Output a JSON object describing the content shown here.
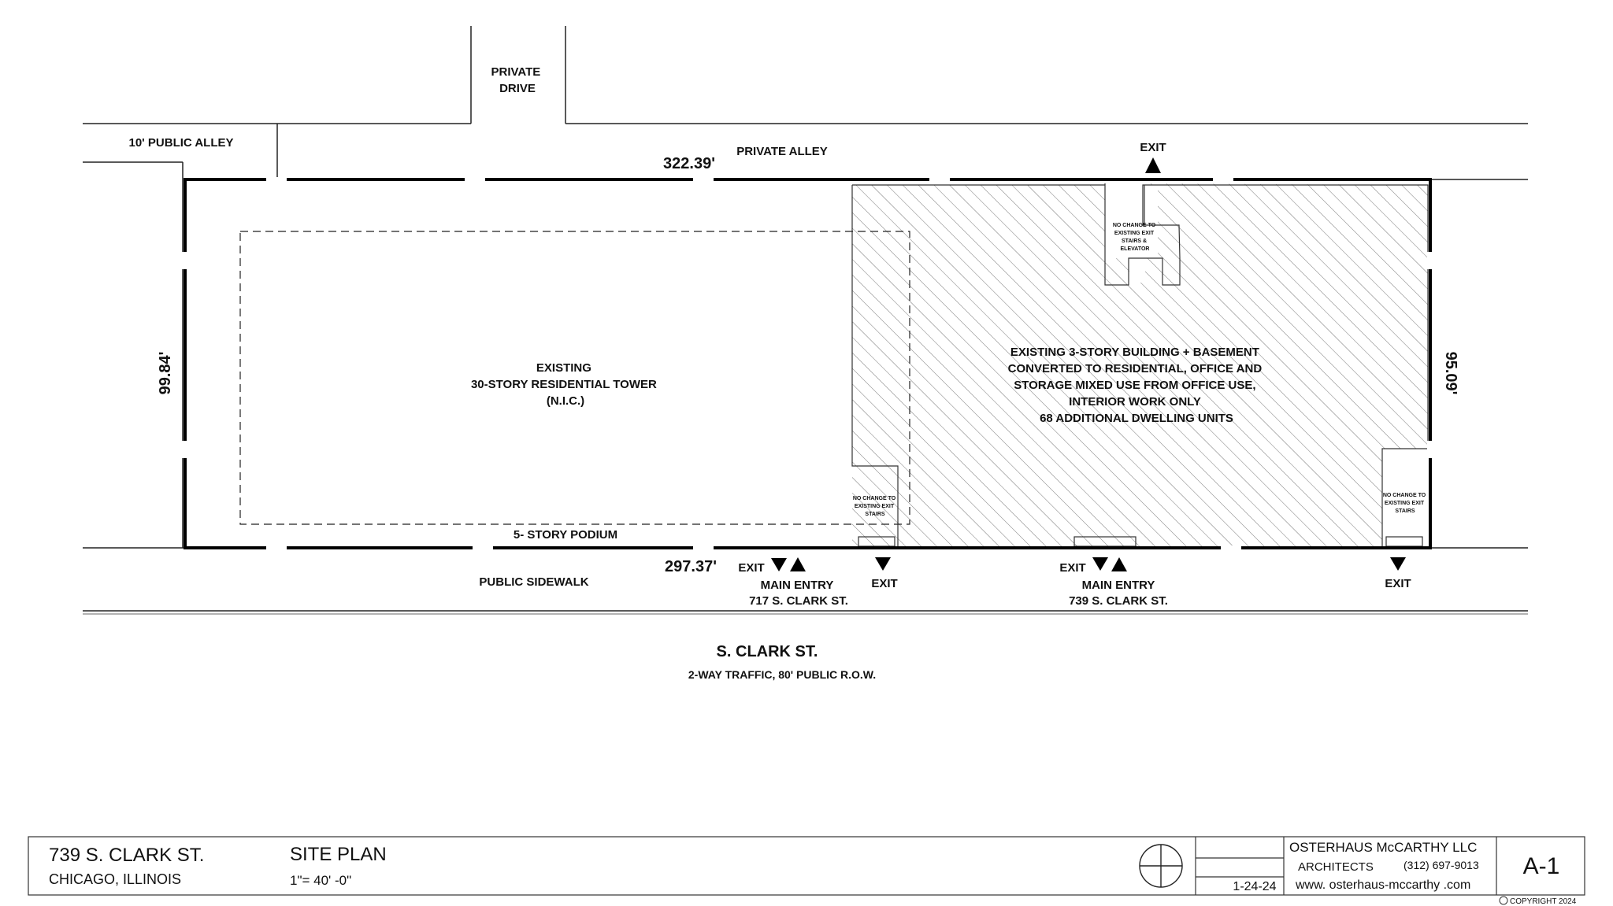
{
  "streets": {
    "private_drive": [
      "PRIVATE",
      "DRIVE"
    ],
    "public_alley": "10' PUBLIC ALLEY",
    "private_alley": "PRIVATE ALLEY",
    "public_sidewalk": "PUBLIC SIDEWALK",
    "street_name": "S. CLARK ST.",
    "street_desc": "2-WAY TRAFFIC, 80' PUBLIC R.O.W."
  },
  "dimensions": {
    "north": "322.39'",
    "south": "297.37'",
    "west": "99.84'",
    "east": "95.09'"
  },
  "tower": {
    "lines": [
      "EXISTING",
      "30-STORY RESIDENTIAL TOWER",
      "(N.I.C.)"
    ],
    "podium": "5- STORY PODIUM"
  },
  "existing_building": {
    "lines": [
      "EXISTING 3-STORY BUILDING + BASEMENT",
      "CONVERTED TO RESIDENTIAL, OFFICE AND",
      "STORAGE MIXED USE  FROM OFFICE USE,",
      "INTERIOR WORK ONLY",
      "68 ADDITIONAL DWELLING UNITS"
    ]
  },
  "stair_notes": {
    "north": [
      "NO CHANGE TO",
      "EXISTING EXIT",
      "STAIRS &",
      "ELEVATOR"
    ],
    "south_west": [
      "NO CHANGE TO",
      "EXISTING EXIT",
      "STAIRS"
    ],
    "south_east": [
      "NO CHANGE TO",
      "EXISTING EXIT",
      "STAIRS"
    ]
  },
  "markers": {
    "exit": "EXIT",
    "main_entry": "MAIN ENTRY",
    "entry_717": "717 S. CLARK ST.",
    "entry_739": "739 S. CLARK ST."
  },
  "title_block": {
    "address": "739 S. CLARK ST.",
    "city": "CHICAGO, ILLINOIS",
    "sheet_title": "SITE PLAN",
    "scale": "1\"= 40' -0\"",
    "date": "1-24-24",
    "firm": "OSTERHAUS  McCARTHY  LLC",
    "firm_type": "ARCHITECTS",
    "phone": "(312) 697-9013",
    "website": "www. osterhaus-mccarthy .com",
    "sheet_number": "A-1",
    "copyright": "COPYRIGHT 2024"
  }
}
